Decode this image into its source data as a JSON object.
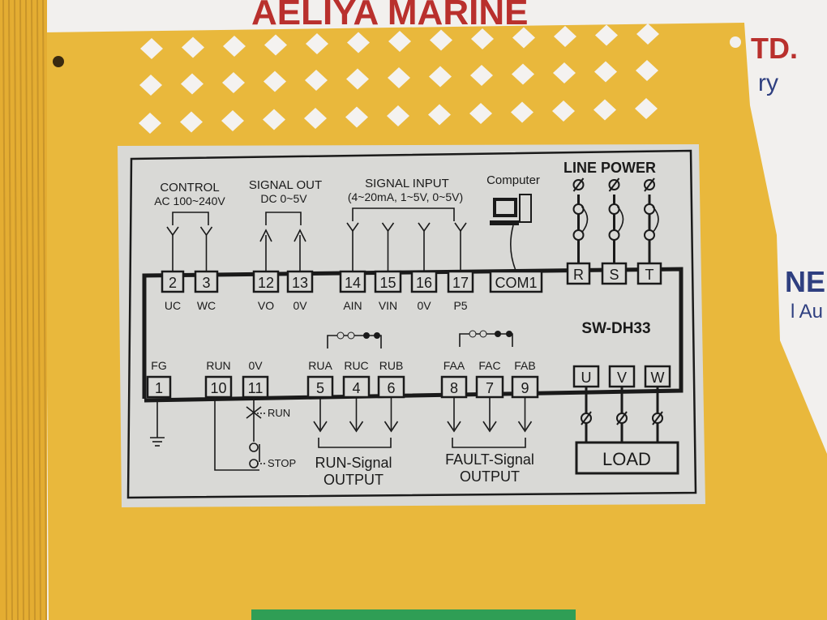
{
  "background": {
    "text_fragments": [
      "AELIYA MARINE",
      "TD.",
      "ry",
      "NE",
      "l Au"
    ],
    "colors": {
      "housing": "#e9b83c",
      "label": "#d9d9d6",
      "ink": "#1a1a1a",
      "connector": "#2f9e55"
    }
  },
  "label": {
    "model": "SW-DH33",
    "groups": {
      "control": {
        "title": "CONTROL",
        "sub": "AC 100~240V"
      },
      "signal_out": {
        "title": "SIGNAL OUT",
        "sub": "DC 0~5V"
      },
      "signal_input": {
        "title": "SIGNAL INPUT",
        "sub": "(4~20mA, 1~5V, 0~5V)"
      },
      "computer": {
        "title": "Computer"
      },
      "line_power": {
        "title": "LINE POWER"
      },
      "run_signal": {
        "line1": "RUN-Signal",
        "line2": "OUTPUT"
      },
      "fault_signal": {
        "line1": "FAULT-Signal",
        "line2": "OUTPUT"
      },
      "load": "LOAD",
      "switch_run": "RUN",
      "switch_stop": "STOP"
    },
    "top_terminals": [
      {
        "num": "2",
        "name": "UC"
      },
      {
        "num": "3",
        "name": "WC"
      },
      {
        "num": "12",
        "name": "VO"
      },
      {
        "num": "13",
        "name": "0V"
      },
      {
        "num": "14",
        "name": "AIN"
      },
      {
        "num": "15",
        "name": "VIN"
      },
      {
        "num": "16",
        "name": "0V"
      },
      {
        "num": "17",
        "name": "P5"
      },
      {
        "num": "COM1",
        "name": ""
      },
      {
        "num": "R",
        "name": ""
      },
      {
        "num": "S",
        "name": ""
      },
      {
        "num": "T",
        "name": ""
      }
    ],
    "bottom_terminals": [
      {
        "num": "1",
        "name": "FG"
      },
      {
        "num": "10",
        "name": "RUN"
      },
      {
        "num": "11",
        "name": "0V"
      },
      {
        "num": "5",
        "name": "RUA"
      },
      {
        "num": "4",
        "name": "RUC"
      },
      {
        "num": "6",
        "name": "RUB"
      },
      {
        "num": "8",
        "name": "FAA"
      },
      {
        "num": "7",
        "name": "FAC"
      },
      {
        "num": "9",
        "name": "FAB"
      },
      {
        "num": "U",
        "name": ""
      },
      {
        "num": "V",
        "name": ""
      },
      {
        "num": "W",
        "name": ""
      }
    ]
  }
}
